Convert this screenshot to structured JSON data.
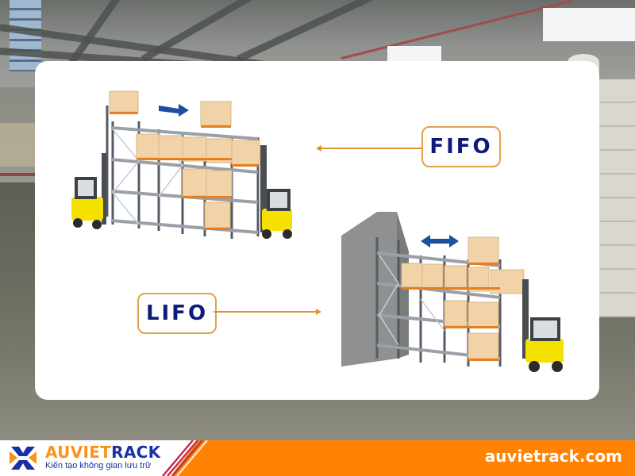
{
  "background": {
    "scene": "warehouse interior",
    "colors": {
      "floor": "#6a6d60",
      "ceiling": "#8e918d"
    }
  },
  "card": {
    "background": "#ffffff",
    "fifo": {
      "label": "FIFO",
      "description_icon": "double-entry-flow-rack-illustration",
      "flow_arrow": "right-arrow-icon"
    },
    "lifo": {
      "label": "LIFO",
      "description_icon": "push-back-rack-against-wall-illustration",
      "flow_arrow": "bidirectional-arrow-icon"
    },
    "colors": {
      "label_text": "#0d1a7a",
      "label_border": "#e0a24d",
      "pointer_arrow": "#e3912e",
      "flow_arrow": "#1d4fa0",
      "box": "#f2d3a8",
      "rack_frame": "#555b66",
      "pallet": "#e67e22",
      "forklift": "#f5e100"
    }
  },
  "footer": {
    "brand_prefix": "AUVIET",
    "brand_suffix": "RACK",
    "tagline": "Kiến tạo không gian lưu trữ",
    "website": "auvietrack.com",
    "colors": {
      "orange": "#ff8200",
      "blue": "#1b2fa6",
      "brand_orange": "#f7941d"
    }
  }
}
